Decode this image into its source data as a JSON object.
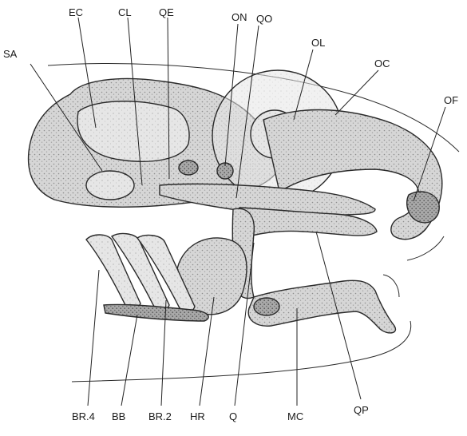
{
  "labels": {
    "EC": "EC",
    "CL": "CL",
    "QE": "QE",
    "ON": "ON",
    "QO": "QO",
    "OL": "OL",
    "OC": "OC",
    "SA": "SA",
    "OF": "OF",
    "BR4": "BR.4",
    "BB": "BB",
    "BR2": "BR.2",
    "HR": "HR",
    "Q": "Q",
    "MC": "MC",
    "QP": "QP"
  }
}
